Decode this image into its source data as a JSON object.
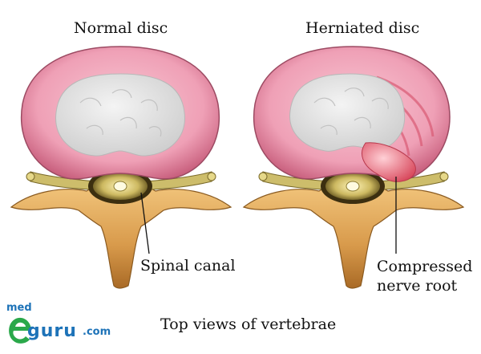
{
  "titles": {
    "left": "Normal disc",
    "right": "Herniated disc"
  },
  "labels": {
    "spinal_canal": "Spinal canal",
    "compressed_line1": "Compressed",
    "compressed_line2": "nerve root",
    "bottom": "Top views of vertebrae"
  },
  "logo": {
    "top": "med",
    "main": "guru",
    "suffix": ".com",
    "mark_icon": "e-logo-icon"
  },
  "colors": {
    "disc_outer": "#f2a9bd",
    "disc_inner": "#ececec",
    "bone": "#e0a75a",
    "bone_dark": "#8a5a20",
    "spinal_cord": "#c8b75a",
    "herniation": "#e86a78",
    "brand": "#1e73b8"
  }
}
